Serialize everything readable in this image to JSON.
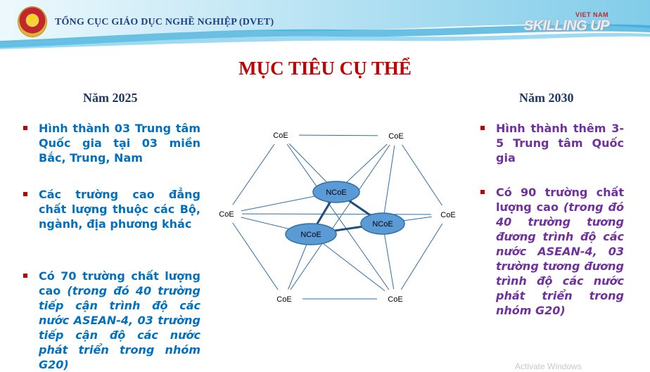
{
  "header": {
    "org": "TỔNG CỤC GIÁO DỤC NGHỀ NGHIỆP (DVET)",
    "brand": "SKILLING UP",
    "brand_sub": "VIET NAM"
  },
  "title": "MỤC TIÊU CỤ THỂ",
  "left": {
    "year": "Năm 2025",
    "bullets": [
      {
        "text": "Hình thành 03 Trung tâm Quốc gia tại 03 miền Bắc, Trung, Nam"
      },
      {
        "text": "Các trường cao đẳng chất lượng thuộc các Bộ, ngành, địa phương khác"
      },
      {
        "text": " Có 70 trường chất lượng cao ",
        "italic": "(trong đó 40 trường tiếp cận trình độ các nước ASEAN-4, 03 trường tiếp cận độ các nước phát triển trong nhóm G20)"
      }
    ]
  },
  "right": {
    "year": "Năm 2030",
    "bullets": [
      {
        "text": " Hình thành thêm 3-5 Trung tâm Quốc gia"
      },
      {
        "text": "Có 90 trường chất lượng cao ",
        "italic": "(trong đó 40 trường tương đương trình độ các nước ASEAN-4, 03 trường tương đương trình độ các nước phát triển trong nhóm G20)"
      }
    ]
  },
  "diagram": {
    "coe_label": "CoE",
    "ncoe_label": "NCoE",
    "node_fill": "#5b9bd5",
    "line_color": "#2e6fa7"
  },
  "watermark": "Activate Windows",
  "colors": {
    "title": "#c00000",
    "blue_text": "#0070c0",
    "purple_text": "#7030a0",
    "bullet": "#c00000"
  }
}
